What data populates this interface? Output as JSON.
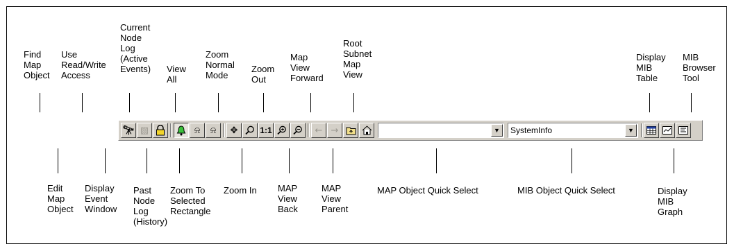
{
  "labels_top": [
    {
      "key": "find",
      "text": "Find\nMap\nObject"
    },
    {
      "key": "use_rw",
      "text": "Use\nRead/Write\nAccess"
    },
    {
      "key": "current_log",
      "text": "Current\nNode\nLog\n(Active\nEvents)"
    },
    {
      "key": "view_all",
      "text": "View\nAll"
    },
    {
      "key": "zoom_normal",
      "text": "Zoom\nNormal\nMode"
    },
    {
      "key": "zoom_out",
      "text": "Zoom\nOut"
    },
    {
      "key": "map_forward",
      "text": "Map\nView\nForward"
    },
    {
      "key": "root_subnet",
      "text": "Root\nSubnet\nMap\nView"
    },
    {
      "key": "mib_table",
      "text": "Display\nMIB\nTable"
    },
    {
      "key": "mib_browser",
      "text": "MIB\nBrowser\nTool"
    }
  ],
  "labels_bottom": [
    {
      "key": "edit_map",
      "text": "Edit\nMap\nObject"
    },
    {
      "key": "event_window",
      "text": "Display\nEvent\nWindow"
    },
    {
      "key": "past_log",
      "text": "Past\nNode\nLog\n(History)"
    },
    {
      "key": "zoom_rect",
      "text": "Zoom To\nSelected\nRectangle"
    },
    {
      "key": "zoom_in",
      "text": "Zoom In"
    },
    {
      "key": "map_back",
      "text": "MAP\nView\nBack"
    },
    {
      "key": "map_parent",
      "text": "MAP\nView\nParent"
    },
    {
      "key": "map_quick",
      "text": "MAP Object Quick Select"
    },
    {
      "key": "mib_quick",
      "text": "MIB Object Quick Select"
    },
    {
      "key": "mib_graph",
      "text": "Display\nMIB\nGraph"
    }
  ],
  "toolbar": {
    "map_object_value": "",
    "mib_object_value": "SystemInfo",
    "zoom_normal_text": "1:1",
    "icons": {
      "find": "binoculars-icon",
      "edit": "edit-map-object-icon",
      "lock": "lock-icon",
      "event_window": "bell-icon",
      "current_log": "bell-log-icon",
      "past_log": "bell-history-icon",
      "view_all": "view-all-icon",
      "zoom_rect": "magnifier-icon",
      "zoom_in": "zoom-in-icon",
      "zoom_out": "zoom-out-icon",
      "back": "arrow-left-icon",
      "forward": "arrow-right-icon",
      "parent": "parent-folder-icon",
      "root": "home-icon",
      "mib_table": "table-icon",
      "mib_graph": "graph-icon",
      "mib_browser": "browser-icon"
    }
  }
}
